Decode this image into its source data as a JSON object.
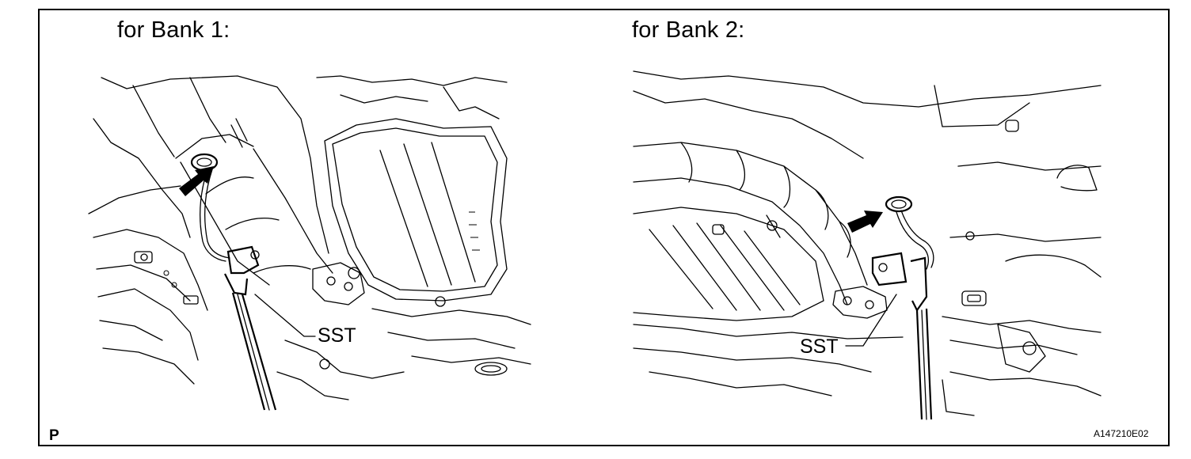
{
  "figure": {
    "left_panel": {
      "heading": "for Bank 1:",
      "callout": "SST"
    },
    "right_panel": {
      "heading": "for Bank 2:",
      "callout": "SST"
    },
    "corner_mark": "P",
    "figure_id": "A147210E02"
  },
  "colors": {
    "line": "#000000",
    "background": "#ffffff"
  }
}
